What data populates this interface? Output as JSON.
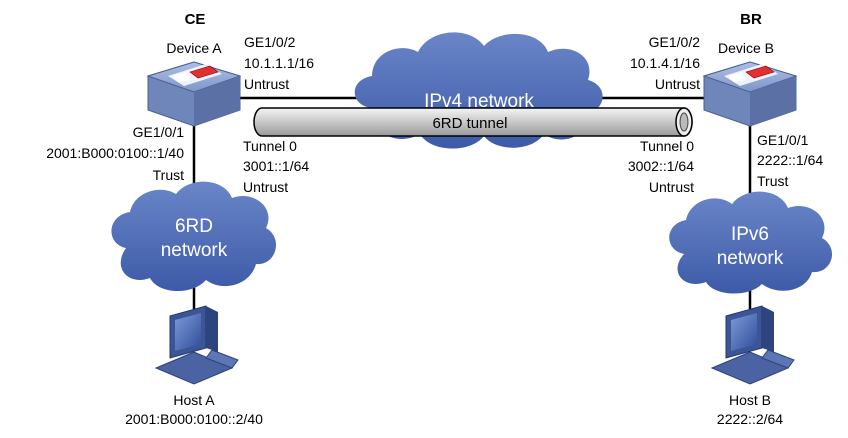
{
  "ce": {
    "role": "CE",
    "name": "Device A",
    "ge2_name": "GE1/0/2",
    "ge2_ip": "10.1.1.1/16",
    "ge2_zone": "Untrust",
    "ge1_name": "GE1/0/1",
    "ge1_ip": "2001:B000:0100::1/40",
    "ge1_zone": "Trust",
    "tunnel_name": "Tunnel 0",
    "tunnel_ip": "3001::1/64",
    "tunnel_zone": "Untrust"
  },
  "br": {
    "role": "BR",
    "name": "Device B",
    "ge2_name": "GE1/0/2",
    "ge2_ip": "10.1.4.1/16",
    "ge2_zone": "Untrust",
    "ge1_name": "GE1/0/1",
    "ge1_ip": "2222::1/64",
    "ge1_zone": "Trust",
    "tunnel_name": "Tunnel 0",
    "tunnel_ip": "3002::1/64",
    "tunnel_zone": "Untrust"
  },
  "ipv4_cloud": {
    "label": "IPv4 network"
  },
  "tunnel": {
    "label": "6RD tunnel"
  },
  "sixrd_cloud": {
    "line1": "6RD",
    "line2": "network"
  },
  "ipv6_cloud": {
    "line1": "IPv6",
    "line2": "network"
  },
  "host_a": {
    "name": "Host A",
    "ip": "2001:B000:0100::2/40"
  },
  "host_b": {
    "name": "Host B",
    "ip": "2222::2/64"
  },
  "colors": {
    "cloud": "#4466b5",
    "device": "#7f96c8",
    "firewall": "#e23030",
    "tunnel": "#d4d4d4"
  }
}
